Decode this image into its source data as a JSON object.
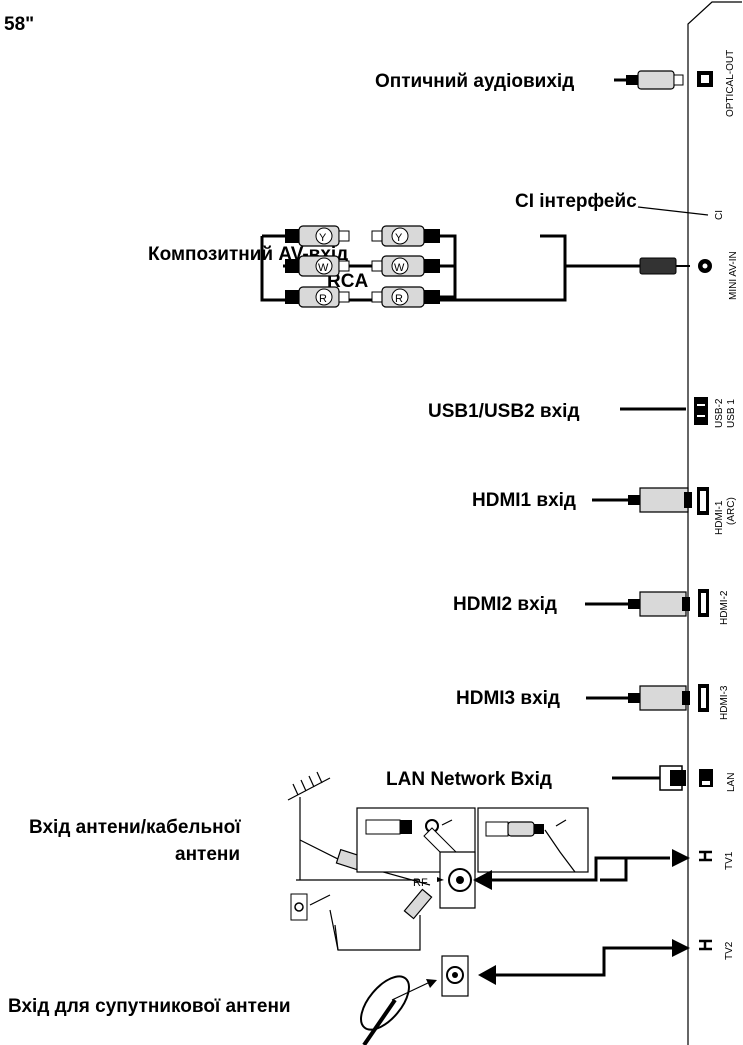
{
  "model_label": "58\"",
  "labels": {
    "optical": "Оптичний аудіовихід",
    "ci": "CI інтерфейс",
    "av_line1": "Композитний AV-вхід",
    "av_line2": "RCA",
    "usb": "USB1/USB2 вхід",
    "hdmi1": "HDMI1 вхід",
    "hdmi2": "HDMI2 вхід",
    "hdmi3": "HDMI3 вхід",
    "lan": "LAN Network Вхід",
    "antenna_line1": "Вхід антени/кабельної",
    "antenna_line2": "антени",
    "satellite": "Вхід для супутникової антени"
  },
  "ports": {
    "optical": "OPTICAL-OUT",
    "ci": "CI",
    "mini_av": "MINI AV-IN",
    "usb_a": "USB-2",
    "usb_b": "USB 1",
    "hdmi1_a": "HDMI-1",
    "hdmi1_b": "(ARC)",
    "hdmi2": "HDMI-2",
    "hdmi3": "HDMI-3",
    "lan": "LAN",
    "tv1": "TV1",
    "tv2": "TV2"
  },
  "rca_letters": [
    "Y",
    "W",
    "R"
  ],
  "rf_label": "RF"
}
